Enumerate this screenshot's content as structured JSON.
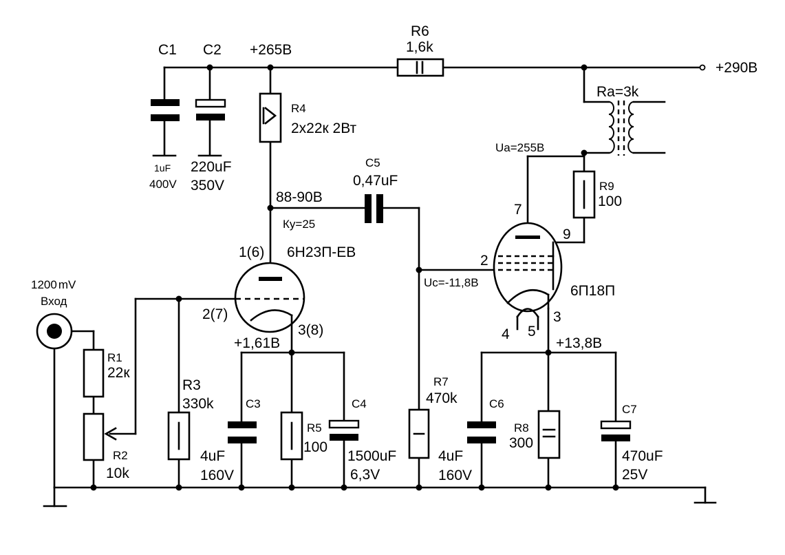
{
  "supply": {
    "v_plus_265": "+265В",
    "v_plus_290": "+290В"
  },
  "c1": {
    "ref": "C1",
    "value": "1uF",
    "voltage": "400V"
  },
  "c2": {
    "ref": "C2",
    "value": "220uF",
    "voltage": "350V"
  },
  "r6": {
    "ref": "R6",
    "value": "1,6k"
  },
  "r4": {
    "ref": "R4",
    "value": "2x22к 2Вт"
  },
  "transformer": {
    "label": "Ra=3k"
  },
  "ua_label": "Ua=255B",
  "c5": {
    "ref": "C5",
    "value": "0,47uF"
  },
  "node_88_90": "88-90В",
  "gain": "Ку=25",
  "r9": {
    "ref": "R9",
    "value": "100"
  },
  "v1": {
    "type": "6Н23П-ЕВ",
    "pin_anode": "1(6)",
    "pin_grid": "2(7)",
    "pin_cathode": "3(8)"
  },
  "v2": {
    "type": "6П18П",
    "pin_7": "7",
    "pin_9": "9",
    "pin_2": "2",
    "pin_3": "3",
    "pin_4": "4",
    "pin_5": "5"
  },
  "uc_label": "Uc=-11,8В",
  "input": {
    "level_value": "1200",
    "level_unit": "mV",
    "label": "Вход"
  },
  "r1": {
    "ref": "R1",
    "value": "22к"
  },
  "r2": {
    "ref": "R2",
    "value": "10k"
  },
  "r3": {
    "ref": "R3",
    "value": "330k"
  },
  "cathode1_v": "+1,61В",
  "c3": {
    "ref": "C3",
    "value": "4uF",
    "voltage": "160V"
  },
  "r5": {
    "ref": "R5",
    "value": "100"
  },
  "c4": {
    "ref": "C4",
    "value": "1500uF",
    "voltage": "6,3V"
  },
  "r7": {
    "ref": "R7",
    "value": "470k"
  },
  "cathode2_v": "+13,8В",
  "c6": {
    "ref": "C6",
    "value": "4uF",
    "voltage": "160V"
  },
  "r8": {
    "ref": "R8",
    "value": "300"
  },
  "c7": {
    "ref": "C7",
    "value": "470uF",
    "voltage": "25V"
  }
}
